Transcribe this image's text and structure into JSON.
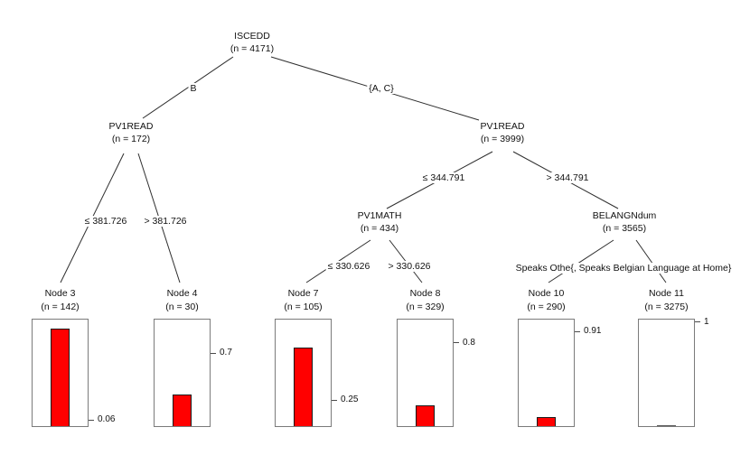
{
  "chart_data": {
    "type": "bar",
    "variant": "classification-tree-with-terminal-barplots",
    "title": "",
    "y_axis": {
      "min": 0,
      "max": 1
    },
    "colors": {
      "bar_fill": "#ff0000",
      "bar_border": "#1a1a1a",
      "box_border": "#7b7b7b",
      "edge_line": "#2e2e2e",
      "text": "#111111",
      "background": "#ffffff"
    },
    "inner_nodes": [
      {
        "id": 1,
        "var": "ISCEDD",
        "n": 4171,
        "n_label": "(n = 4171)",
        "split_labels": [
          "B",
          "{A, C}"
        ]
      },
      {
        "id": 2,
        "var": "PV1READ",
        "n": 172,
        "n_label": "(n = 172)",
        "split_labels": [
          "≤ 381.726",
          "> 381.726"
        ]
      },
      {
        "id": 5,
        "var": "PV1READ",
        "n": 3999,
        "n_label": "(n = 3999)",
        "split_labels": [
          "≤ 344.791",
          "> 344.791"
        ]
      },
      {
        "id": 6,
        "var": "PV1MATH",
        "n": 434,
        "n_label": "(n = 434)",
        "split_labels": [
          "≤ 330.626",
          "> 330.626"
        ]
      },
      {
        "id": 9,
        "var": "BELANGNdum",
        "n": 3565,
        "n_label": "(n = 3565)",
        "split_labels": [
          "Speaks Othe{, Speaks Belgian Language at Home}"
        ]
      }
    ],
    "terminal_nodes": [
      {
        "id": 3,
        "label": "Node 3",
        "n": 142,
        "n_label": "(n = 142)",
        "bar_value": 0.94,
        "axis_tick": 0.06,
        "axis_tick_label": "0.06"
      },
      {
        "id": 4,
        "label": "Node 4",
        "n": 30,
        "n_label": "(n = 30)",
        "bar_value": 0.3,
        "axis_tick": 0.7,
        "axis_tick_label": "0.7"
      },
      {
        "id": 7,
        "label": "Node 7",
        "n": 105,
        "n_label": "(n = 105)",
        "bar_value": 0.75,
        "axis_tick": 0.25,
        "axis_tick_label": "0.25"
      },
      {
        "id": 8,
        "label": "Node 8",
        "n": 329,
        "n_label": "(n = 329)",
        "bar_value": 0.2,
        "axis_tick": 0.8,
        "axis_tick_label": "0.8"
      },
      {
        "id": 10,
        "label": "Node 10",
        "n": 290,
        "n_label": "(n = 290)",
        "bar_value": 0.09,
        "axis_tick": 0.91,
        "axis_tick_label": "0.91"
      },
      {
        "id": 11,
        "label": "Node 11",
        "n": 3275,
        "n_label": "(n = 3275)",
        "bar_value": 0.0,
        "axis_tick": 1.0,
        "axis_tick_label": "1"
      }
    ]
  }
}
